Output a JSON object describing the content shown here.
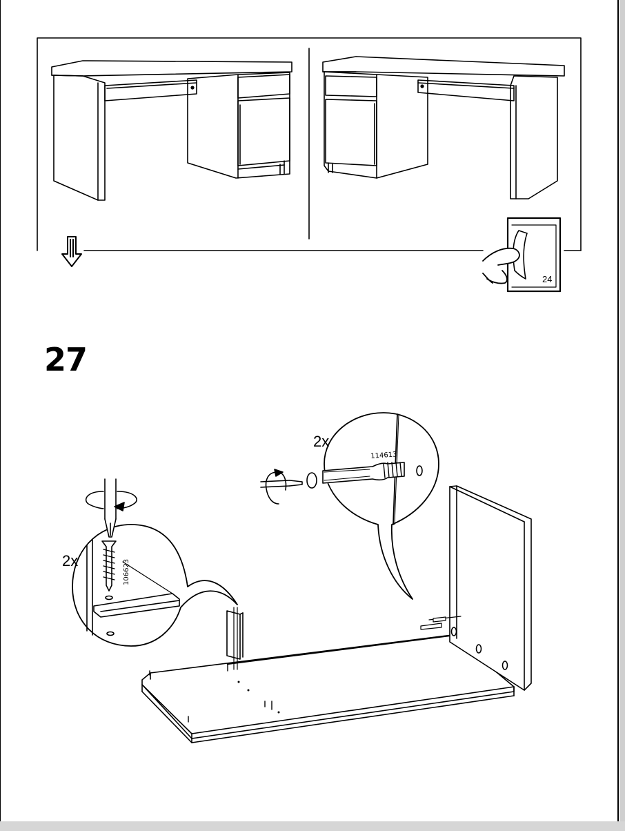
{
  "step": {
    "number": "27"
  },
  "overview": {
    "turn_page_ref": "24"
  },
  "screw_callout": {
    "quantity": "2x",
    "part_number": "106623"
  },
  "cam_callout": {
    "quantity": "2x",
    "part_number": "114613"
  },
  "icons": [
    "down-arrow-icon",
    "turn-page-icon",
    "rotate-icon",
    "screwdriver-icon"
  ]
}
